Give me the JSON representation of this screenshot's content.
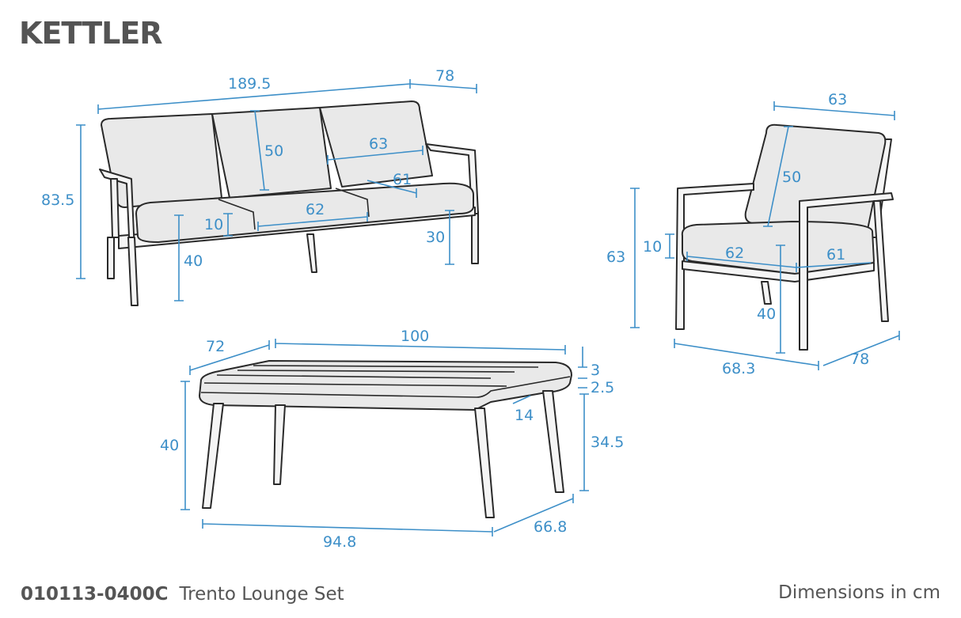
{
  "brand": "KETTLER",
  "footer": {
    "product_code": "010113-0400C",
    "product_name": "Trento Lounge Set",
    "units_note": "Dimensions in cm"
  },
  "colors": {
    "dimension": "#3d8fc8",
    "outline": "#2a2a2a",
    "cushion": "#e9e9e9",
    "logo": "#545454"
  },
  "sofa": {
    "width": "189.5",
    "depth": "78",
    "height": "83.5",
    "back_height": "50",
    "seat_width": "63",
    "seat_depth": "61",
    "cushion_width": "62",
    "cushion_thickness": "10",
    "seat_height": "40",
    "arm_height": "30"
  },
  "chair": {
    "top_width": "63",
    "back_height": "50",
    "height": "63",
    "cushion_thickness": "10",
    "seat_width": "62",
    "seat_depth": "61",
    "seat_height": "40",
    "width": "68.3",
    "depth": "78"
  },
  "table": {
    "depth_top": "72",
    "length": "100",
    "slat_thickness": "3",
    "frame_thickness": "2.5",
    "overhang": "14",
    "height": "40",
    "leg_height": "34.5",
    "base_length": "94.8",
    "base_depth": "66.8"
  }
}
